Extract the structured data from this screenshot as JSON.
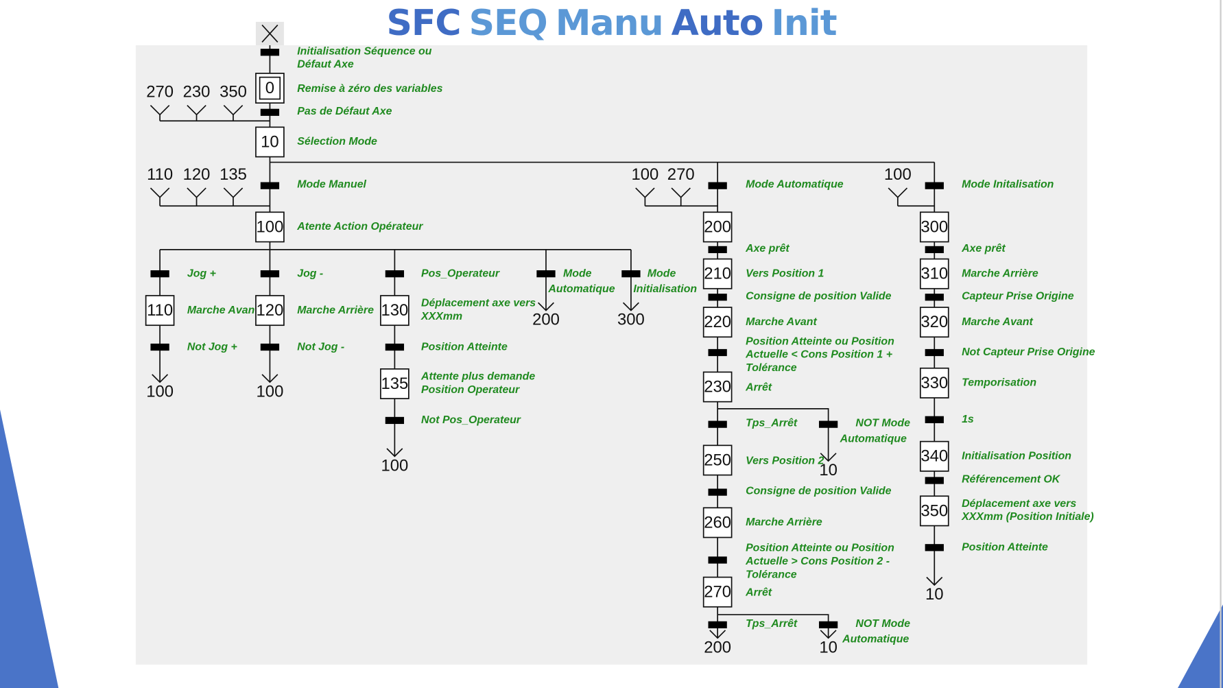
{
  "title": {
    "parts": [
      {
        "text": "SFC",
        "color": "#3f6cc4"
      },
      {
        "text": "SEQ",
        "color": "#5b98d6"
      },
      {
        "text": "Manu",
        "color": "#5b98d6"
      },
      {
        "text": "Auto",
        "color": "#3f6cc4"
      },
      {
        "text": "Init",
        "color": "#5b98d6"
      }
    ]
  },
  "colors": {
    "label": "#1f8a1f",
    "panel": "#efefef",
    "accent": "#4a74c8"
  },
  "steps": [
    {
      "id": "s0",
      "number": "0",
      "initial": true,
      "label": [
        "Remise à zéro des variables"
      ]
    },
    {
      "id": "s10",
      "number": "10",
      "label": [
        "Sélection Mode"
      ]
    },
    {
      "id": "s100",
      "number": "100",
      "label": [
        "Atente Action Opérateur"
      ]
    },
    {
      "id": "s110",
      "number": "110",
      "label": [
        "Marche Avant"
      ]
    },
    {
      "id": "s120",
      "number": "120",
      "label": [
        "Marche Arrière"
      ]
    },
    {
      "id": "s130",
      "number": "130",
      "label": [
        "Déplacement axe vers",
        "XXXmm"
      ]
    },
    {
      "id": "s135",
      "number": "135",
      "label": [
        "Attente plus demande",
        "Position Operateur"
      ]
    },
    {
      "id": "s200",
      "number": "200",
      "label": []
    },
    {
      "id": "s210",
      "number": "210",
      "label": [
        "Vers Position 1"
      ]
    },
    {
      "id": "s220",
      "number": "220",
      "label": [
        "Marche Avant"
      ]
    },
    {
      "id": "s230",
      "number": "230",
      "label": [
        "Arrêt"
      ]
    },
    {
      "id": "s250",
      "number": "250",
      "label": [
        "Vers Position 2"
      ]
    },
    {
      "id": "s260",
      "number": "260",
      "label": [
        "Marche Arrière"
      ]
    },
    {
      "id": "s270",
      "number": "270",
      "label": [
        "Arrêt"
      ]
    },
    {
      "id": "s300",
      "number": "300",
      "label": []
    },
    {
      "id": "s310",
      "number": "310",
      "label": [
        "Marche Arrière"
      ]
    },
    {
      "id": "s320",
      "number": "320",
      "label": [
        "Marche Avant"
      ]
    },
    {
      "id": "s330",
      "number": "330",
      "label": [
        "Temporisation"
      ]
    },
    {
      "id": "s340",
      "number": "340",
      "label": [
        "Initialisation Position"
      ]
    },
    {
      "id": "s350",
      "number": "350",
      "label": [
        "Déplacement axe vers",
        "XXXmm (Position Initiale)"
      ]
    }
  ],
  "transitions": [
    {
      "id": "t_init",
      "label": [
        "Initialisation Séquence ou",
        "Défaut Axe"
      ]
    },
    {
      "id": "t_0",
      "label": [
        "Pas de Défaut Axe"
      ]
    },
    {
      "id": "t_manu",
      "label": [
        "Mode Manuel"
      ]
    },
    {
      "id": "t_auto",
      "label": [
        "Mode Automatique"
      ]
    },
    {
      "id": "t_initmode",
      "label": [
        "Mode Initalisation"
      ]
    },
    {
      "id": "t_jogp",
      "label": [
        "Jog +"
      ]
    },
    {
      "id": "t_jogm",
      "label": [
        "Jog -"
      ]
    },
    {
      "id": "t_pos",
      "label": [
        "Pos_Operateur"
      ]
    },
    {
      "id": "t_ma",
      "label": [
        "Mode",
        "Automatique"
      ]
    },
    {
      "id": "t_mi",
      "label": [
        "Mode",
        "Initialisation"
      ]
    },
    {
      "id": "t_njp",
      "label": [
        "Not Jog +"
      ]
    },
    {
      "id": "t_njm",
      "label": [
        "Not Jog -"
      ]
    },
    {
      "id": "t_pa",
      "label": [
        "Position Atteinte"
      ]
    },
    {
      "id": "t_npo",
      "label": [
        "Not Pos_Operateur"
      ]
    },
    {
      "id": "t_a1",
      "label": [
        "Axe prêt"
      ]
    },
    {
      "id": "t_a2",
      "label": [
        "Consigne de position Valide"
      ]
    },
    {
      "id": "t_a3",
      "label": [
        "Position Atteinte ou Position",
        "Actuelle < Cons Position 1 +",
        "Tolérance"
      ]
    },
    {
      "id": "t_a4",
      "label": [
        "Tps_Arrêt"
      ]
    },
    {
      "id": "t_a4b",
      "label": [
        "NOT Mode",
        "Automatique"
      ]
    },
    {
      "id": "t_a5",
      "label": [
        "Consigne de position Valide"
      ]
    },
    {
      "id": "t_a6",
      "label": [
        "Position Atteinte ou Position",
        "Actuelle > Cons Position 2 -",
        "Tolérance"
      ]
    },
    {
      "id": "t_a7",
      "label": [
        "Tps_Arrêt"
      ]
    },
    {
      "id": "t_a7b",
      "label": [
        "NOT Mode",
        "Automatique"
      ]
    },
    {
      "id": "t_i1",
      "label": [
        "Axe prêt"
      ]
    },
    {
      "id": "t_i2",
      "label": [
        "Capteur Prise Origine"
      ]
    },
    {
      "id": "t_i3",
      "label": [
        "Not Capteur Prise Origine"
      ]
    },
    {
      "id": "t_i4",
      "label": [
        "1s"
      ]
    },
    {
      "id": "t_i5",
      "label": [
        "Référencement OK"
      ]
    },
    {
      "id": "t_i6",
      "label": [
        "Position Atteinte"
      ]
    }
  ],
  "jumps_to": [
    "100",
    "100",
    "100",
    "200",
    "300",
    "10",
    "10",
    "200",
    "10"
  ],
  "jumps_from": [
    "270",
    "230",
    "350",
    "110",
    "120",
    "135",
    "100",
    "270",
    "100"
  ]
}
